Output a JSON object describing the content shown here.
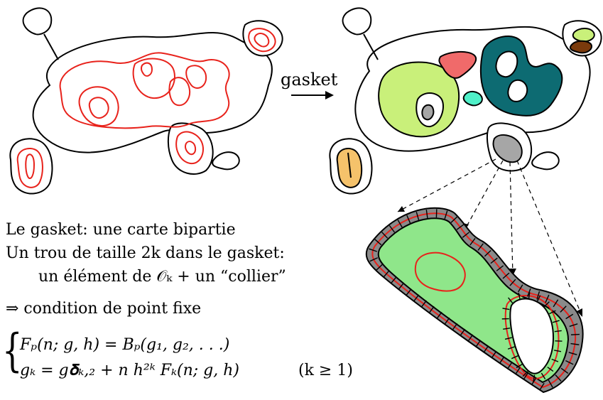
{
  "arrow_label": "gasket",
  "lines": {
    "l1": "Le gasket: une carte bipartie",
    "l2": "Un trou de taille 2k dans le gasket:",
    "l3": "un élément de 𝒪ₖ + un “collier”",
    "l4": "⇒ condition de point fixe"
  },
  "equations": {
    "eq1": "Fₚ(n; g, h) = Bₚ(g₁, g₂, . . .)",
    "eq2": "gₖ = g𝛅ₖ,₂ + n h²ᵏ Fₖ(n; g, h)",
    "eq2_cond": "(k ≥ 1)"
  },
  "colors": {
    "red_loop": "#e8221b",
    "light_green": "#c9f07a",
    "teal": "#0d6b72",
    "salmon": "#f06a6a",
    "aqua": "#4ff0c8",
    "orange": "#f5c26b",
    "brown": "#7a3a0c",
    "gray": "#a6a6a6",
    "zoom_green": "#8fe68a",
    "necklace_gray": "#8a8a8a"
  }
}
